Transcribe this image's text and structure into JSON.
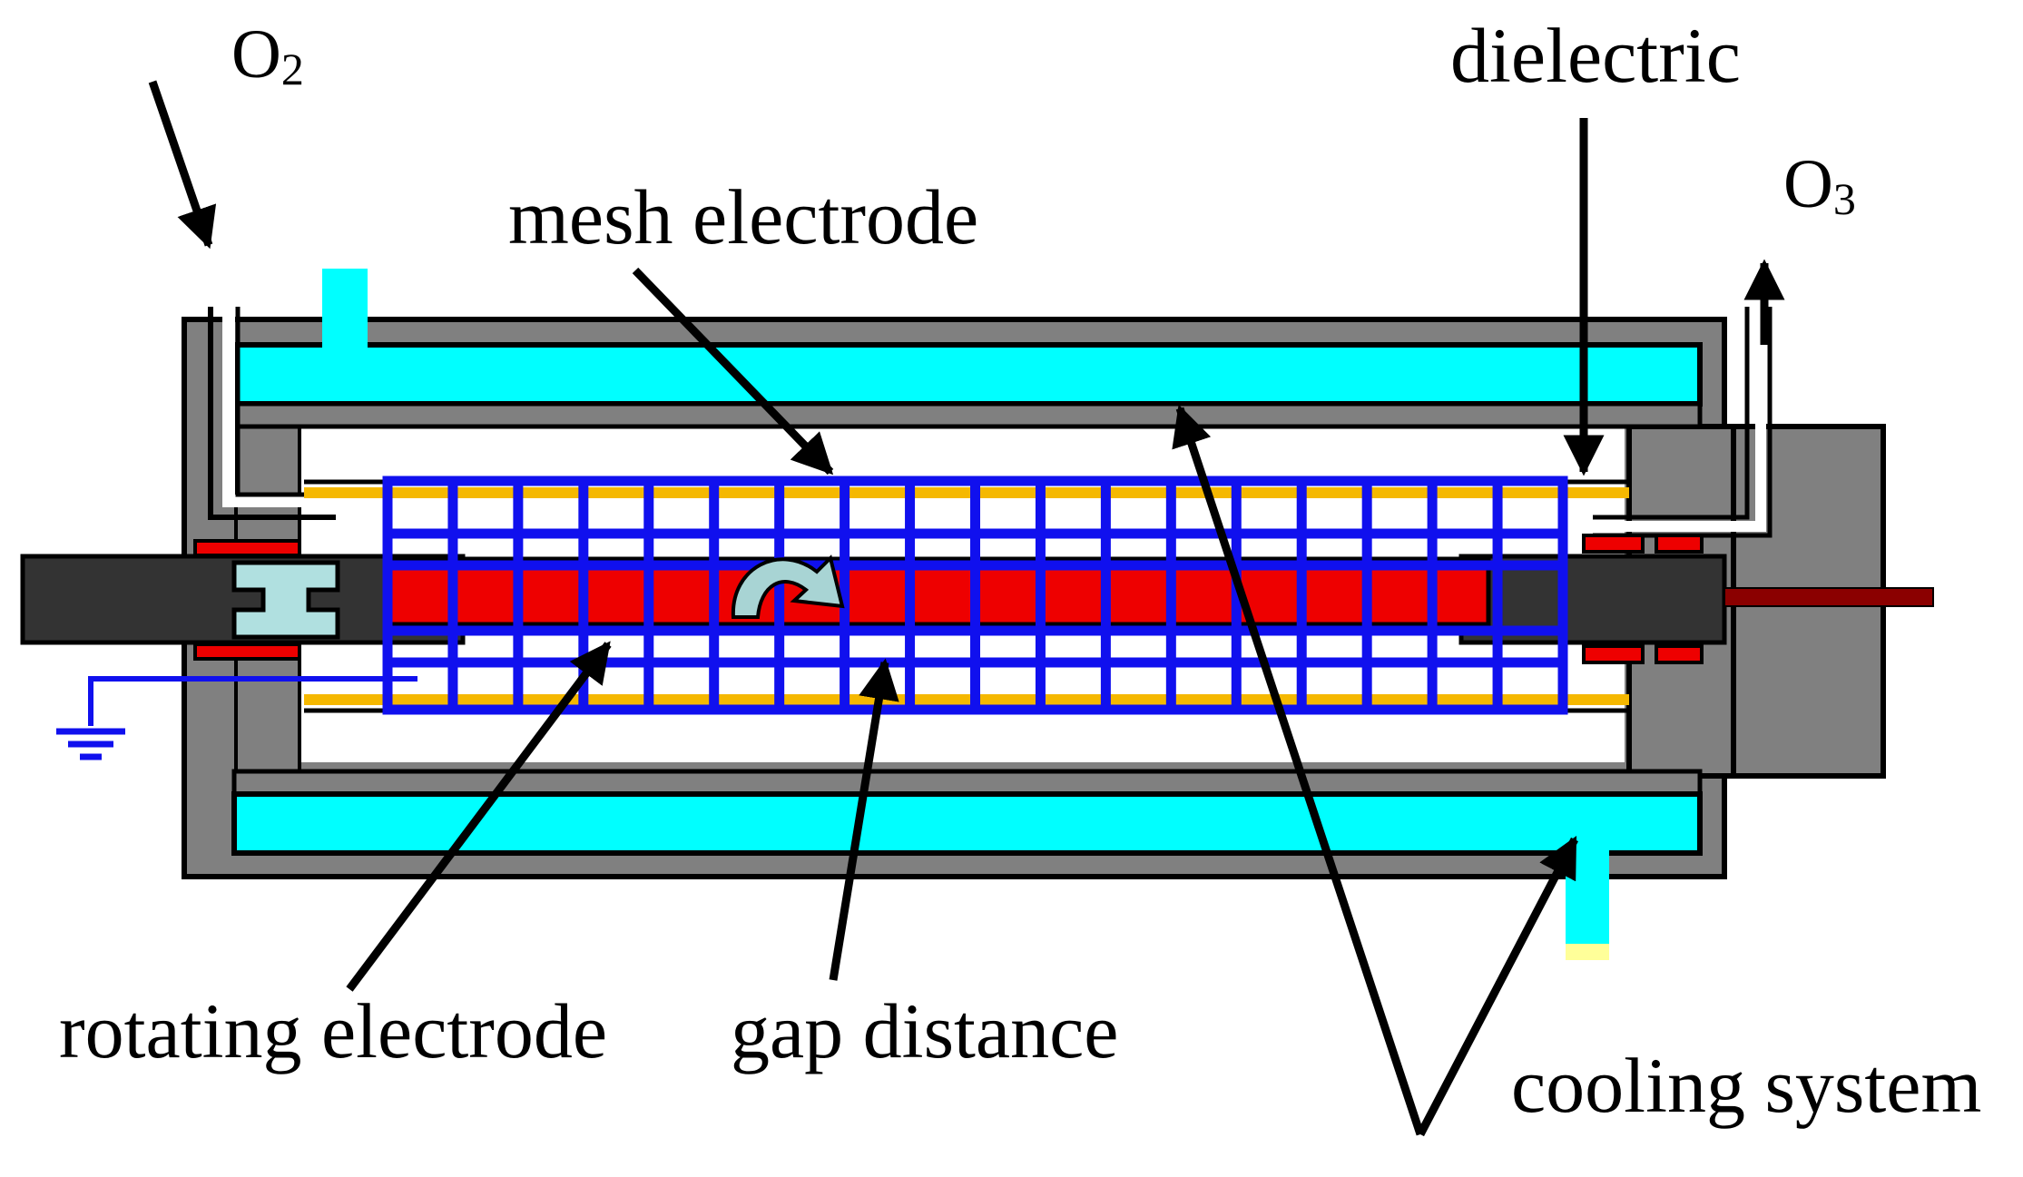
{
  "labels": {
    "o2_main": "O",
    "o2_sub": "2",
    "o3_main": "O",
    "o3_sub": "3",
    "dielectric": "dielectric",
    "mesh_electrode": "mesh electrode",
    "rotating_electrode": "rotating electrode",
    "gap_distance": "gap distance",
    "cooling_system": "cooling system"
  },
  "colors": {
    "housing": "#808080",
    "cooling_water": "#00ffff",
    "mesh": "#1010ee",
    "rotating_electrode": "#ee0000",
    "dielectric": "#f5b800",
    "shaft": "#333333",
    "bearing": "#ee0000",
    "coupling": "#b0e0e0",
    "rod": "#8b0000",
    "ground": "#1010ee",
    "outlet_tip": "#ffff99",
    "rotation_arrow": "#a8d4d4"
  }
}
